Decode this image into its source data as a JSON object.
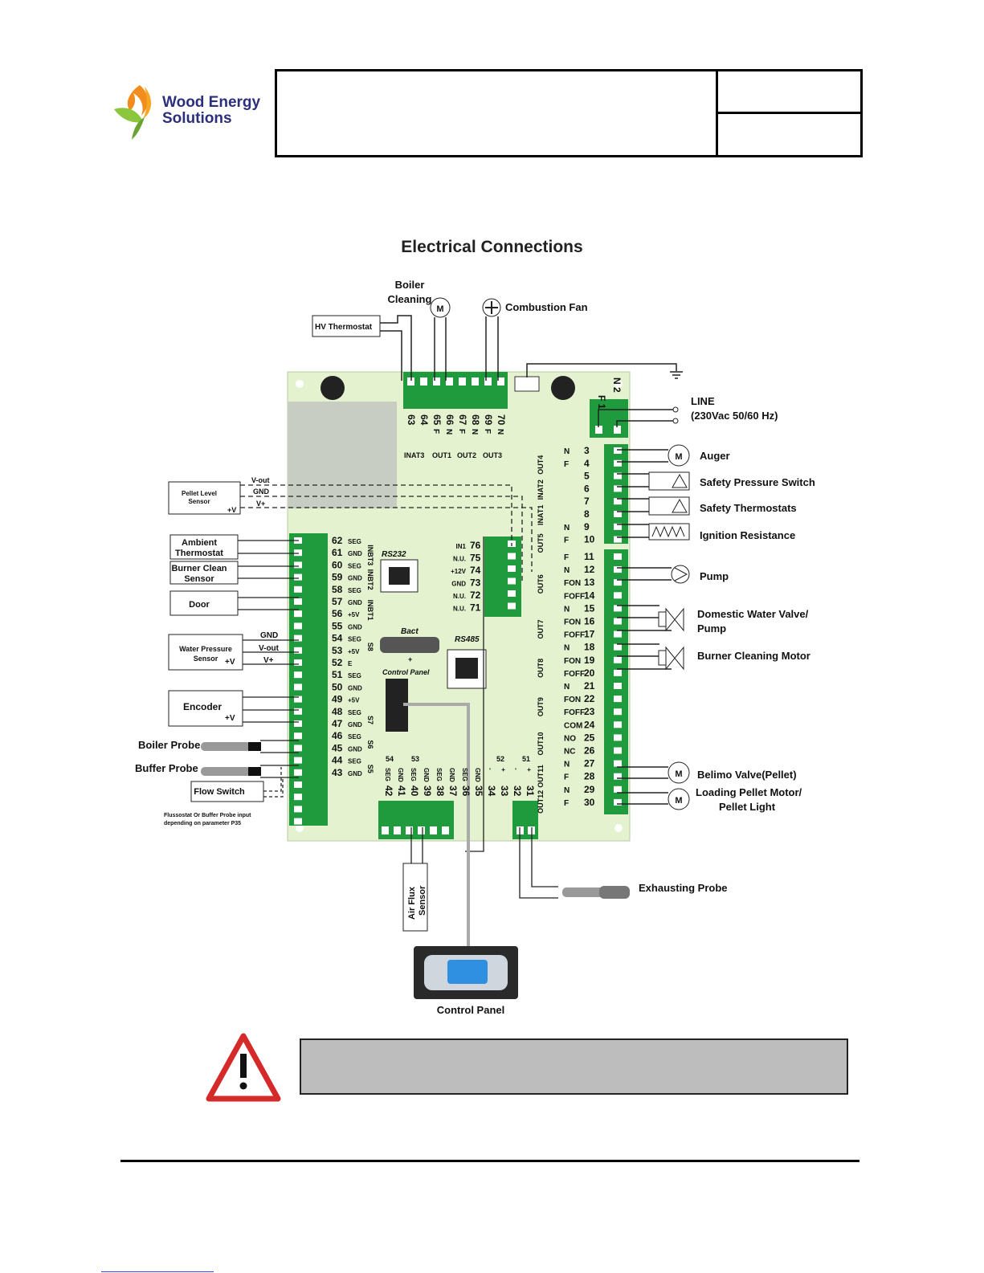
{
  "header": {
    "logo_line1": "Wood Energy",
    "logo_line2": "Solutions"
  },
  "title": "Electrical Connections",
  "top_devices": {
    "boiler_cleaning": [
      "Boiler",
      "Cleaning"
    ],
    "combustion_fan": "Combustion Fan",
    "hv_thermostat": "HV Thermostat"
  },
  "top_terminals": [
    "63",
    "64",
    "65",
    "66",
    "67",
    "68",
    "69",
    "70"
  ],
  "top_terminal_types": [
    "",
    "",
    "F",
    "N",
    "F",
    "N",
    "F",
    "N"
  ],
  "top_groups": [
    "INAT3",
    "OUT1",
    "OUT2",
    "OUT3"
  ],
  "line_terms": [
    "F 1",
    "N 2"
  ],
  "line": [
    "LINE",
    "(230Vac 50/60 Hz)"
  ],
  "right_terms": [
    {
      "grp": "OUT4",
      "rows": [
        [
          "N",
          "3"
        ],
        [
          "F",
          "4"
        ]
      ]
    },
    {
      "grp": "INAT2",
      "rows": [
        [
          "",
          "5"
        ],
        [
          "",
          "6"
        ]
      ]
    },
    {
      "grp": "INAT1",
      "rows": [
        [
          "",
          "7"
        ],
        [
          "",
          "8"
        ]
      ]
    },
    {
      "grp": "OUT5",
      "rows": [
        [
          "N",
          "9"
        ],
        [
          "F",
          "10"
        ]
      ]
    },
    {
      "grp": "OUT6",
      "rows": [
        [
          "F",
          "11"
        ],
        [
          "N",
          "12"
        ],
        [
          "FON",
          "13"
        ],
        [
          "FOFF",
          "14"
        ]
      ]
    },
    {
      "grp": "OUT7",
      "rows": [
        [
          "N",
          "15"
        ],
        [
          "FON",
          "16"
        ],
        [
          "FOFF",
          "17"
        ]
      ]
    },
    {
      "grp": "OUT8",
      "rows": [
        [
          "N",
          "18"
        ],
        [
          "FON",
          "19"
        ],
        [
          "FOFF",
          "20"
        ]
      ]
    },
    {
      "grp": "OUT9",
      "rows": [
        [
          "N",
          "21"
        ],
        [
          "FON",
          "22"
        ],
        [
          "FOFF",
          "23"
        ]
      ]
    },
    {
      "grp": "OUT10",
      "rows": [
        [
          "COM",
          "24"
        ],
        [
          "NO",
          "25"
        ],
        [
          "NC",
          "26"
        ]
      ]
    },
    {
      "grp": "OUT11",
      "rows": [
        [
          "N",
          "27"
        ],
        [
          "F",
          "28"
        ]
      ]
    },
    {
      "grp": "OUT12",
      "rows": [
        [
          "N",
          "29"
        ],
        [
          "F",
          "30"
        ]
      ]
    }
  ],
  "right_devices": {
    "auger": "Auger",
    "safety_pressure": "Safety Pressure Switch",
    "safety_thermostats": "Safety Thermostats",
    "ignition": "Ignition Resistance",
    "pump": "Pump",
    "dhw_valve": [
      "Domestic Water Valve/",
      "Pump"
    ],
    "burner_motor": "Burner Cleaning Motor",
    "belimo": "Belimo Valve(Pellet)",
    "loading": [
      "Loading Pellet Motor/",
      "Pellet Light"
    ],
    "motor_symbol": "M"
  },
  "left_terms": [
    {
      "grp": "INBT3",
      "rows": [
        [
          "62",
          "SEG"
        ],
        [
          "61",
          "GND"
        ]
      ]
    },
    {
      "grp": "INBT2",
      "rows": [
        [
          "60",
          "SEG"
        ],
        [
          "59",
          "GND"
        ]
      ]
    },
    {
      "grp": "INBT1",
      "rows": [
        [
          "58",
          "SEG"
        ],
        [
          "57",
          "GND"
        ],
        [
          "56",
          "+5V"
        ]
      ]
    },
    {
      "grp": "S8",
      "rows": [
        [
          "55",
          "GND"
        ],
        [
          "54",
          "SEG"
        ],
        [
          "53",
          "+5V"
        ],
        [
          "52",
          "E"
        ]
      ]
    },
    {
      "grp": "",
      "rows": [
        [
          "51",
          "SEG"
        ],
        [
          "50",
          "GND"
        ],
        [
          "49",
          "+5V"
        ]
      ]
    },
    {
      "grp": "S7",
      "rows": [
        [
          "48",
          "SEG"
        ],
        [
          "47",
          "GND"
        ]
      ]
    },
    {
      "grp": "S6",
      "rows": [
        [
          "46",
          "SEG"
        ],
        [
          "45",
          "GND"
        ]
      ]
    },
    {
      "grp": "S5",
      "rows": [
        [
          "44",
          "SEG"
        ],
        [
          "43",
          "GND"
        ]
      ]
    }
  ],
  "left_devices": {
    "pellet_level": [
      "Pellet Level",
      "Sensor"
    ],
    "pellet_wires": [
      "V-out",
      "GND",
      "V+"
    ],
    "ambient": [
      "Ambient",
      "Thermostat"
    ],
    "burner_clean": [
      "Burner Clean",
      "Sensor"
    ],
    "door": "Door",
    "water_pressure": [
      "Water Pressure",
      "Sensor"
    ],
    "water_wires": [
      "GND",
      "V-out",
      "V+"
    ],
    "plus_v": "+V",
    "encoder": "Encoder",
    "boiler_probe": "Boiler Probe",
    "buffer_probe": "Buffer Probe",
    "flow_switch": "Flow Switch",
    "note": [
      "Flussostat Or Buffer Probe input",
      "depending on parameter P35"
    ]
  },
  "center_terms": [
    [
      "IN1",
      "76"
    ],
    [
      "N.U.",
      "75"
    ],
    [
      "+12V",
      "74"
    ],
    [
      "GND",
      "73"
    ],
    [
      "N.U.",
      "72"
    ],
    [
      "N.U.",
      "71"
    ]
  ],
  "center_labels": {
    "rs232": "RS232",
    "rs485": "RS485",
    "batt": "Bact",
    "control_panel": "Control Panel",
    "plus": "+"
  },
  "bottom_groups": [
    "54",
    "53",
    "52",
    "51"
  ],
  "bottom_types": [
    "SEG",
    "GND",
    "SEG",
    "GND",
    "SEG",
    "GND",
    "SEG",
    "GND",
    "-",
    "+",
    "-",
    "+"
  ],
  "bottom_terms": [
    "42",
    "41",
    "40",
    "39",
    "38",
    "37",
    "36",
    "35",
    "34",
    "33",
    "32",
    "31"
  ],
  "bottom_devices": {
    "air_flux": [
      "Air Flux",
      "Sensor"
    ],
    "exhausting_probe": "Exhausting Probe",
    "control_panel": "Control Panel"
  }
}
